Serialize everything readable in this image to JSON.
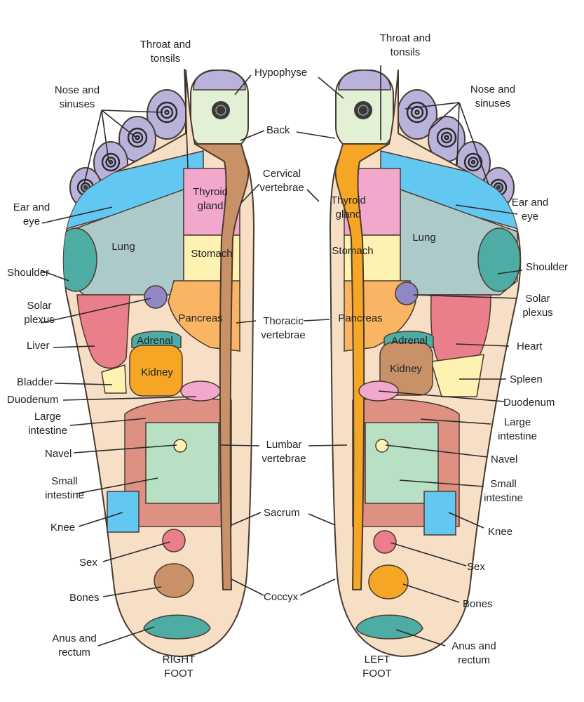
{
  "colors": {
    "skin": "#f7dfc6",
    "lavender": "#b9b3dc",
    "blue": "#63c8f1",
    "grey": "#adcaca",
    "teal": "#4dada4",
    "pink": "#f2a8cc",
    "yellow": "#fdf2b1",
    "orange": "#fab564",
    "red": "#ea7e8a",
    "gold": "#f5a624",
    "brown": "#c89168",
    "salmon": "#de9183",
    "mint": "#b8e0c5",
    "greenwhite": "#e2f1d6",
    "spine_right": "#c89168",
    "spine_left": "#f5a624"
  },
  "right": {
    "throat": [
      "Throat and",
      "tonsils"
    ],
    "hypophyse": "Hypophyse",
    "nose": [
      "Nose and",
      "sinuses"
    ],
    "back": "Back",
    "cervical": [
      "Cervical",
      "vertebrae"
    ],
    "ear": [
      "Ear and",
      "eye"
    ],
    "thyroid": [
      "Thyroid",
      "gland"
    ],
    "lung": "Lung",
    "stomach": "Stomach",
    "shoulder": "Shoulder",
    "solar": [
      "Solar",
      "plexus"
    ],
    "pancreas": "Pancreas",
    "thoracic": [
      "Thoracic",
      "vertebrae"
    ],
    "liver": "Liver",
    "adrenal": "Adrenal",
    "kidney": "Kidney",
    "bladder": "Bladder",
    "duodenum": "Duodenum",
    "large": [
      "Large",
      "intestine"
    ],
    "navel": "Navel",
    "lumbar": [
      "Lumbar",
      "vertebrae"
    ],
    "small": [
      "Small",
      "intestine"
    ],
    "knee": "Knee",
    "sacrum": "Sacrum",
    "sex": "Sex",
    "bones": "Bones",
    "coccyx": "Coccyx",
    "anus": [
      "Anus and",
      "rectum"
    ],
    "foot": [
      "RIGHT",
      "FOOT"
    ]
  },
  "left": {
    "throat": [
      "Throat and",
      "tonsils"
    ],
    "nose": [
      "Nose and",
      "sinuses"
    ],
    "ear": [
      "Ear and",
      "eye"
    ],
    "thyroid": [
      "Thyroid",
      "gland"
    ],
    "lung": "Lung",
    "stomach": "Stomach",
    "shoulder": "Shoulder",
    "solar": [
      "Solar",
      "plexus"
    ],
    "pancreas": "Pancreas",
    "adrenal": "Adrenal",
    "kidney": "Kidney",
    "heart": "Heart",
    "spleen": "Spleen",
    "duodenum": "Duodenum",
    "large": [
      "Large",
      "intestine"
    ],
    "navel": "Navel",
    "small": [
      "Small",
      "intestine"
    ],
    "knee": "Knee",
    "sex": "Sex",
    "bones": "Bones",
    "anus": [
      "Anus and",
      "rectum"
    ],
    "foot": [
      "LEFT",
      "FOOT"
    ]
  }
}
